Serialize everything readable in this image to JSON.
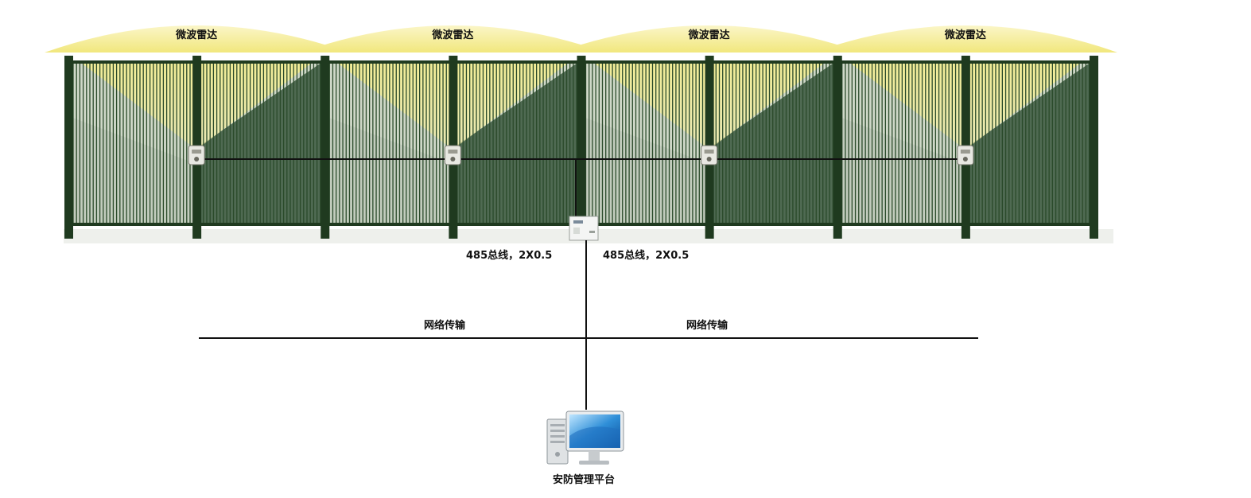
{
  "diagram": {
    "radar_label": "微波雷达",
    "radar_count": 4,
    "bus_label_left": "485总线，2X0.5",
    "bus_label_right": "485总线，2X0.5",
    "network_label_left": "网络传输",
    "network_label_right": "网络传输",
    "platform_label": "安防管理平台",
    "platform_icon": "desktop-computer-icon",
    "controller_icon": "controller-box-icon",
    "radar_sensor_icon": "radar-sensor-icon"
  },
  "colors": {
    "fence_post": "#1f3a1f",
    "fence_bar": "#2a4a2a",
    "fence_dark_bg": "#4f6a52",
    "fence_light_bg": "#cfd8c8",
    "radar_beam": "#f3ec8f",
    "radar_cap": "#f6ef9a",
    "line": "#111111"
  }
}
